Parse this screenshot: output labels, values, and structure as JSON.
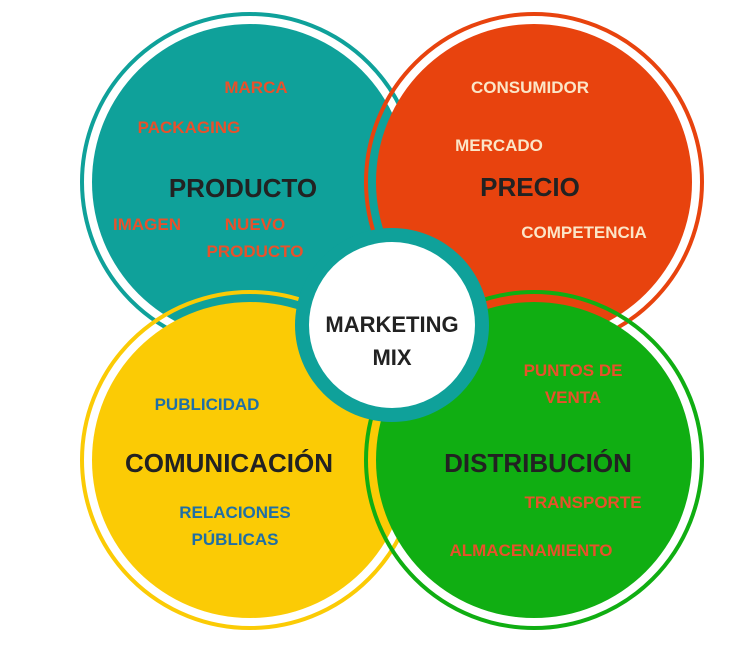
{
  "center": {
    "line1": "MARKETING",
    "line2": "MIX"
  },
  "quadrants": {
    "producto": {
      "title": "PRODUCTO",
      "items": [
        "MARCA",
        "PACKAGING",
        "IMAGEN",
        "NUEVO",
        "PRODUCTO"
      ],
      "fill": "#0fa19a",
      "text_color": "#e8512b",
      "title_color": "#222222"
    },
    "precio": {
      "title": "PRECIO",
      "items": [
        "CONSUMIDOR",
        "MERCADO",
        "COMPETENCIA"
      ],
      "fill": "#e8430e",
      "text_color": "#fbe6c8",
      "title_color": "#222222"
    },
    "comunicacion": {
      "title": "COMUNICACIÓN",
      "items": [
        "PUBLICIDAD",
        "RELACIONES",
        "PÚBLICAS"
      ],
      "fill": "#fbcb05",
      "text_color": "#1f6fa6",
      "title_color": "#222222"
    },
    "distribucion": {
      "title": "DISTRIBUCIÓN",
      "items": [
        "PUNTOS DE",
        "VENTA",
        "TRANSPORTE",
        "ALMACENAMIENTO"
      ],
      "fill": "#10ae12",
      "text_color": "#e8512b",
      "title_color": "#222222"
    }
  }
}
